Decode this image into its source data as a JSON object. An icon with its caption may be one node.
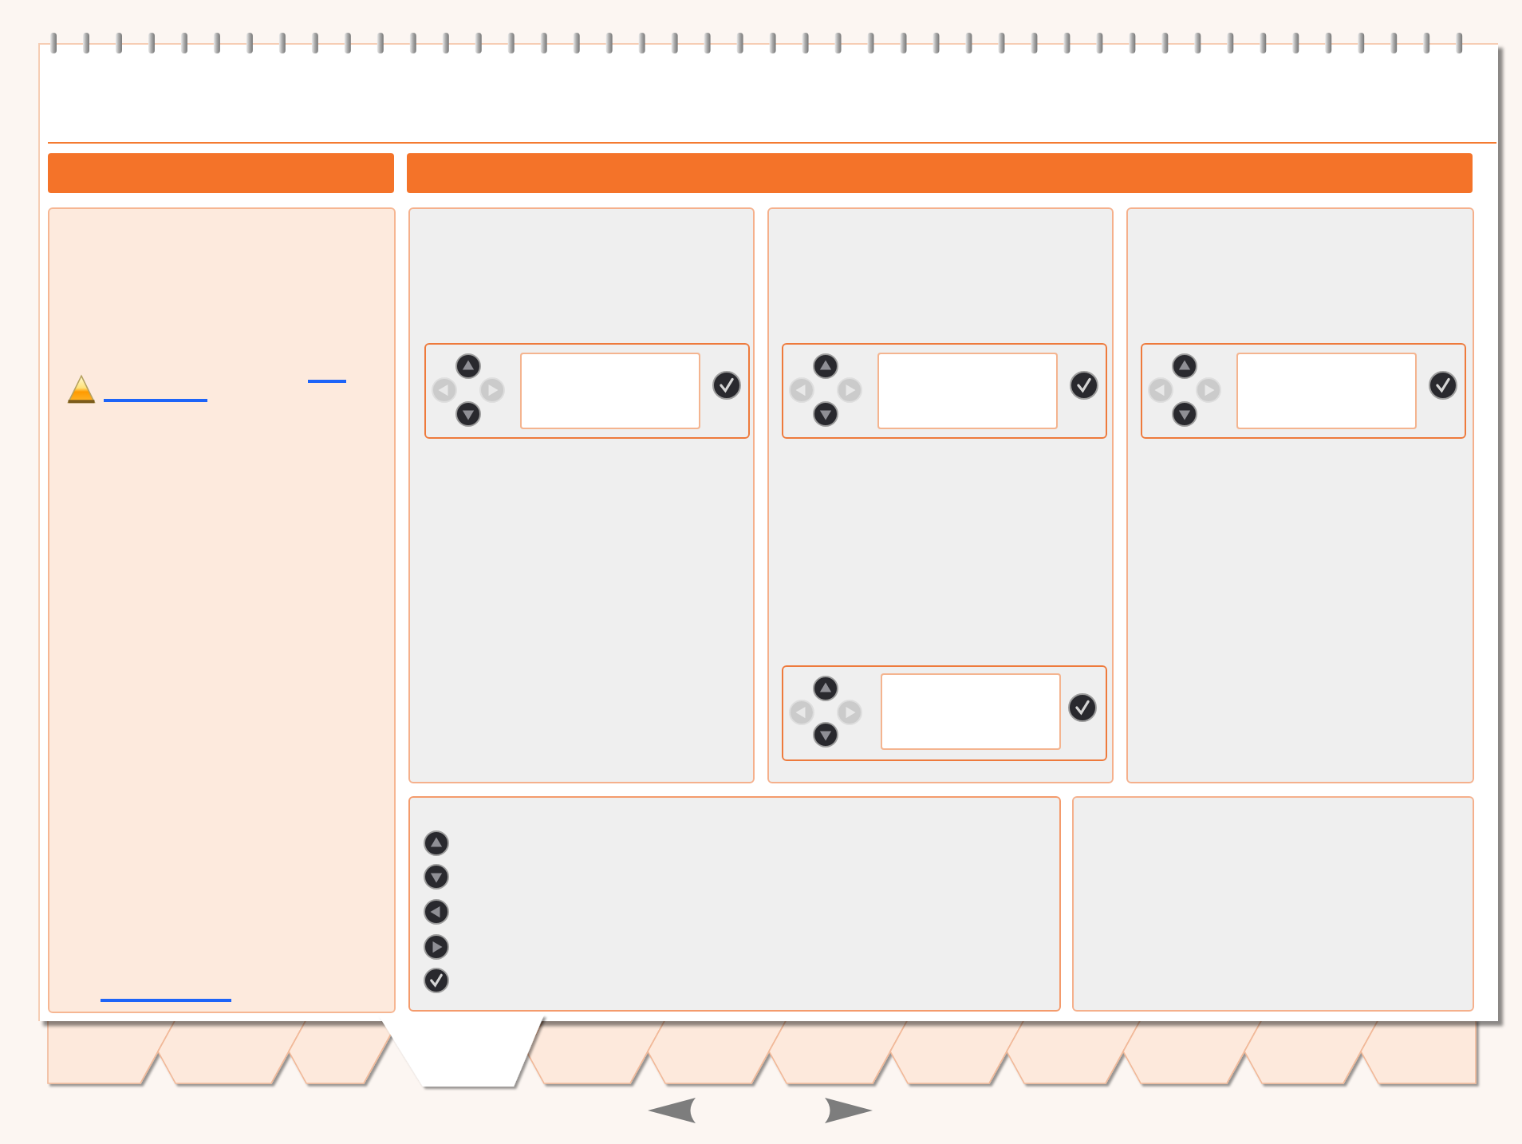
{
  "diagram": {
    "nodes": [
      {
        "text": [],
        "shape": "bar"
      },
      {
        "text": [],
        "shape": "bar"
      },
      {
        "text": [],
        "shape": "box"
      },
      {
        "text": [],
        "shape": "box"
      },
      {
        "text": [],
        "shape": "box",
        "in": 3
      },
      {
        "text": [],
        "shape": "box",
        "in": 4
      },
      {
        "text": [],
        "shape": "box"
      },
      {
        "text": [],
        "shape": "box",
        "in": 6
      },
      {
        "text": [],
        "shape": "box",
        "in": 7
      },
      {
        "text": [],
        "shape": "box",
        "in": 6
      },
      {
        "text": [],
        "shape": "box",
        "in": 9
      },
      {
        "text": [],
        "shape": "box"
      },
      {
        "text": [],
        "shape": "box",
        "in": 11
      },
      {
        "text": [],
        "shape": "box",
        "in": 12
      },
      {
        "text": [],
        "shape": "box"
      },
      {
        "text": [],
        "shape": "box"
      },
      {
        "text": [],
        "shape": "tab"
      },
      {
        "text": [],
        "shape": "tab"
      },
      {
        "text": [],
        "shape": "tab"
      },
      {
        "text": [],
        "shape": "tab"
      },
      {
        "text": [],
        "shape": "tab"
      },
      {
        "text": [],
        "shape": "tab"
      },
      {
        "text": [],
        "shape": "tab"
      },
      {
        "text": [],
        "shape": "tab"
      },
      {
        "text": [],
        "shape": "tab"
      },
      {
        "text": [],
        "shape": "tab"
      },
      {
        "text": [],
        "shape": "tab"
      },
      {
        "text": [],
        "shape": "tab"
      }
    ]
  }
}
